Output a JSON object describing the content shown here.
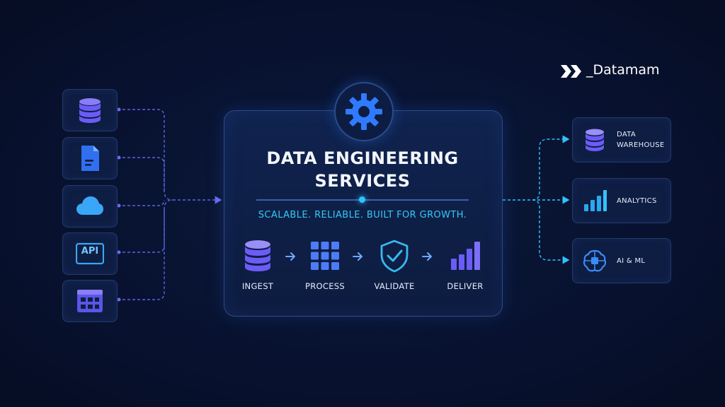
{
  "brand": {
    "name": "_Datamam"
  },
  "hub": {
    "title_line1": "DATA ENGINEERING",
    "title_line2": "SERVICES",
    "tagline": "SCALABLE. RELIABLE. BUILT FOR GROWTH."
  },
  "sources": [
    {
      "icon": "database-icon"
    },
    {
      "icon": "document-icon"
    },
    {
      "icon": "cloud-icon"
    },
    {
      "icon": "api-icon",
      "label": "API"
    },
    {
      "icon": "table-grid-icon"
    }
  ],
  "steps": [
    {
      "label": "INGEST",
      "icon": "database-icon"
    },
    {
      "label": "PROCESS",
      "icon": "grid-icon"
    },
    {
      "label": "VALIDATE",
      "icon": "shield-check-icon"
    },
    {
      "label": "DELIVER",
      "icon": "bar-chart-icon"
    }
  ],
  "outputs": [
    {
      "label_line1": "DATA",
      "label_line2": "WAREHOUSE",
      "icon": "database-icon"
    },
    {
      "label_line1": "ANALYTICS",
      "label_line2": "",
      "icon": "bar-chart-icon"
    },
    {
      "label_line1": "AI & ML",
      "label_line2": "",
      "icon": "brain-chip-icon"
    }
  ],
  "colors": {
    "background": "#081230",
    "accent_purple": "#6b5cf6",
    "accent_blue": "#2f7bff",
    "accent_cyan": "#2ec4ff"
  }
}
